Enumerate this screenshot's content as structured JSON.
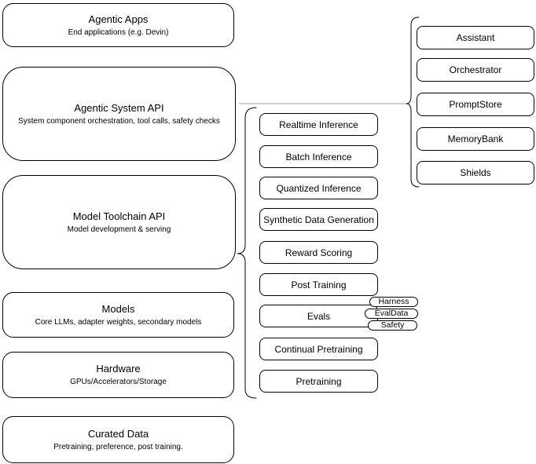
{
  "diagram": {
    "left_column": [
      {
        "title": "Agentic Apps",
        "subtitle": "End applications (e.g. Devin)"
      },
      {
        "title": "Agentic System API",
        "subtitle": "System component orchestration, tool calls, safety checks"
      },
      {
        "title": "Model Toolchain API",
        "subtitle": "Model development & serving"
      },
      {
        "title": "Models",
        "subtitle": "Core LLMs, adapter weights, secondary models"
      },
      {
        "title": "Hardware",
        "subtitle": "GPUs/Accelerators/Storage"
      },
      {
        "title": "Curated Data",
        "subtitle": "Pretraining, preference, post training."
      }
    ],
    "toolchain_services": [
      "Realtime Inference",
      "Batch Inference",
      "Quantized Inference",
      "Synthetic Data Generation",
      "Reward Scoring",
      "Post Training",
      "Evals",
      "Continual Pretraining",
      "Pretraining"
    ],
    "eval_components": [
      "Harness",
      "EvalData",
      "Safety"
    ],
    "agentic_components": [
      "Assistant",
      "Orchestrator",
      "PromptStore",
      "MemoryBank",
      "Shields"
    ],
    "colors": {
      "box_border": "#000000",
      "background": "#ffffff",
      "connector_line": "#999999"
    }
  }
}
